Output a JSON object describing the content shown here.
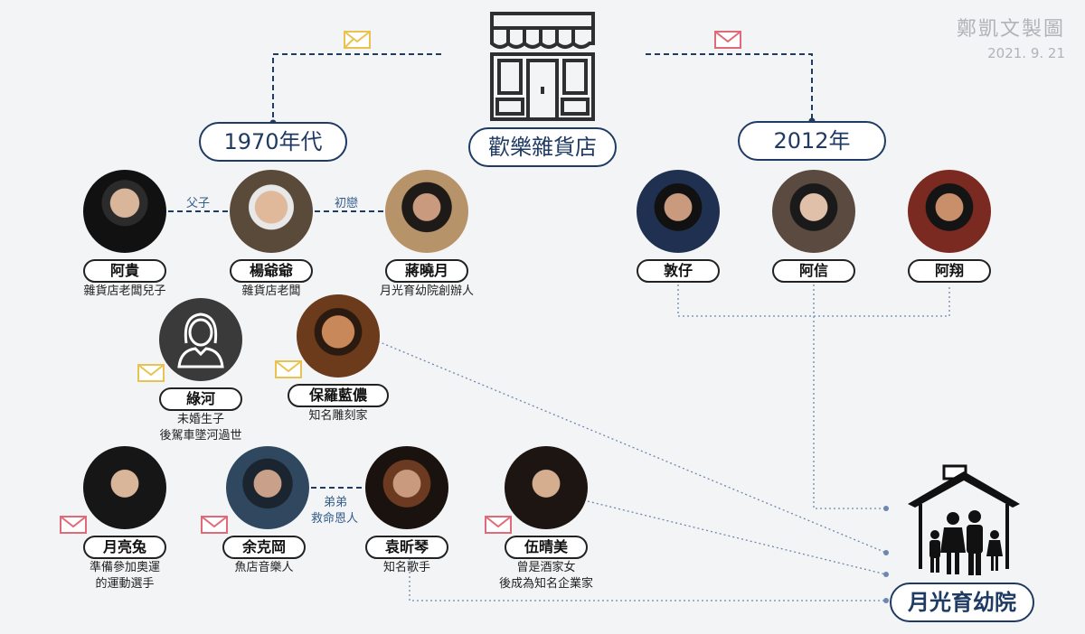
{
  "watermark": {
    "author": "鄭凱文製圖",
    "date": "2021. 9. 21"
  },
  "store": {
    "name": "歡樂雜貨店",
    "icon": "store-icon"
  },
  "eras": {
    "past": "1970年代",
    "present": "2012年"
  },
  "relations": {
    "father_son": "父子",
    "first_love": "初戀",
    "brother": "弟弟",
    "savior": "救命恩人"
  },
  "people": [
    {
      "id": "agui",
      "name": "阿貴",
      "desc": [
        "雜貨店老闆兒子"
      ]
    },
    {
      "id": "yang",
      "name": "楊爺爺",
      "desc": [
        "雜貨店老闆"
      ]
    },
    {
      "id": "jiang",
      "name": "蔣曉月",
      "desc": [
        "月光育幼院創辦人"
      ]
    },
    {
      "id": "lvhe",
      "name": "綠河",
      "desc": [
        "未婚生子",
        "後駕車墜河過世"
      ]
    },
    {
      "id": "baoluo",
      "name": "保羅藍儂",
      "desc": [
        "知名雕刻家"
      ]
    },
    {
      "id": "yueliangtu",
      "name": "月亮兔",
      "desc": [
        "準備參加奧運",
        "的運動選手"
      ]
    },
    {
      "id": "yukegang",
      "name": "余克岡",
      "desc": [
        "魚店音樂人"
      ]
    },
    {
      "id": "yuanxinqin",
      "name": "袁昕琴",
      "desc": [
        "知名歌手"
      ]
    },
    {
      "id": "wuqingmei",
      "name": "伍晴美",
      "desc": [
        "曾是酒家女",
        "後成為知名企業家"
      ]
    },
    {
      "id": "dunzai",
      "name": "敦仔",
      "desc": []
    },
    {
      "id": "axin",
      "name": "阿信",
      "desc": []
    },
    {
      "id": "axiang",
      "name": "阿翔",
      "desc": []
    }
  ],
  "orphanage": {
    "name": "月光育幼院",
    "icon": "house-family-icon"
  },
  "colors": {
    "navy": "#1f3b63",
    "envelope_yellow": "#e9c350",
    "envelope_red": "#e06a78",
    "dotted": "#6d87b0"
  }
}
